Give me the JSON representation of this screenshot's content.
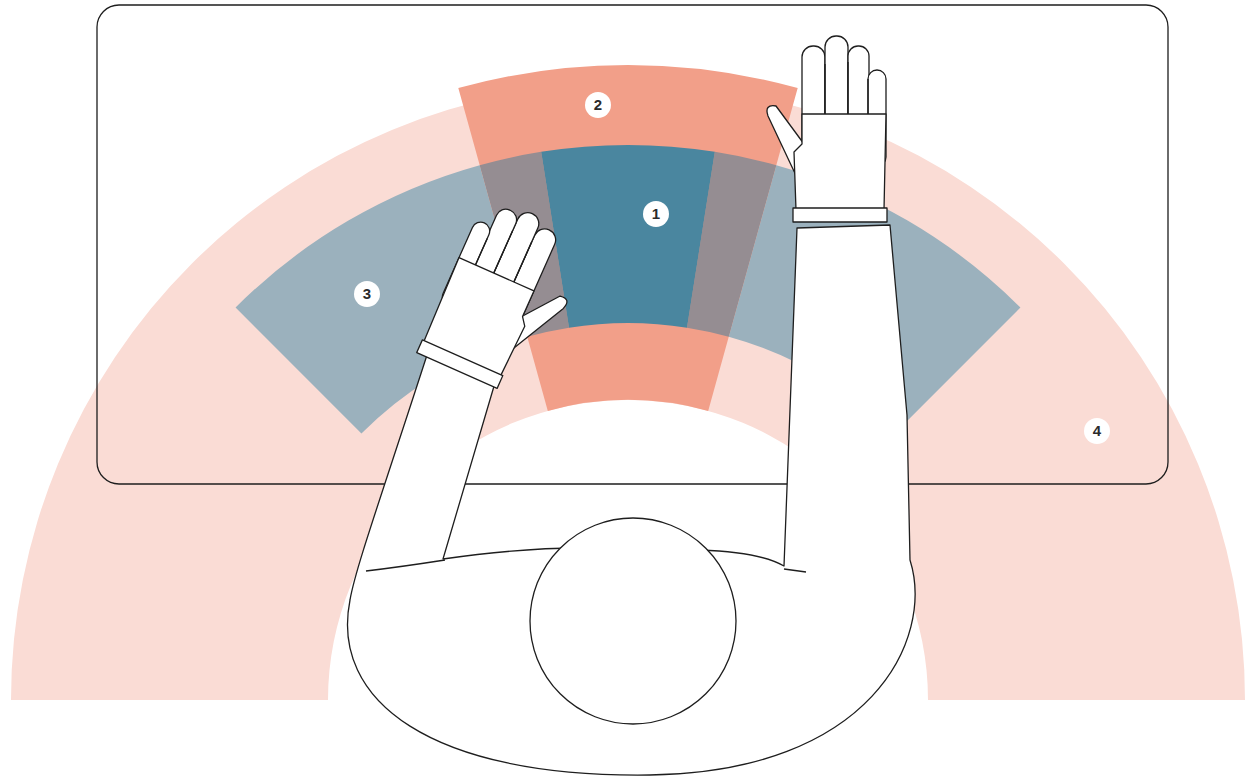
{
  "diagram": {
    "labels": [
      "2",
      "1",
      "3",
      "4"
    ]
  }
}
